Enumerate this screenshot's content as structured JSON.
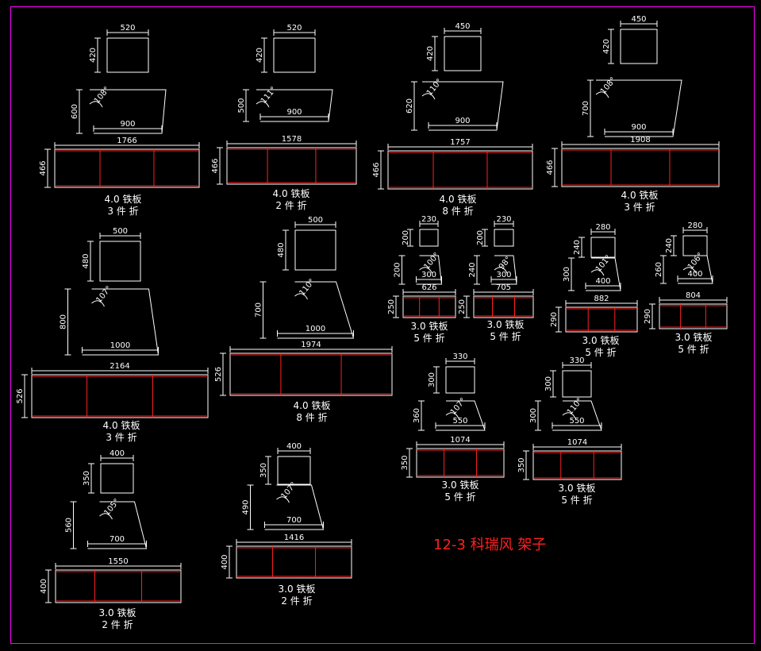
{
  "title": "12-3 科瑞风 架子",
  "colors": {
    "background": "#000000",
    "line": "#ffffff",
    "panel_edge": "#ff2020",
    "frame": "#ff00ff",
    "title": "#ff2020"
  },
  "parts": [
    {
      "id": "p1",
      "top_w": "520",
      "top_h": "420",
      "side_h": "600",
      "angle": "108°",
      "bottom_w": "900",
      "total_len": "1766",
      "strip_h": "466",
      "material": "4.0 铁板",
      "bend": "3 件 折"
    },
    {
      "id": "p2",
      "top_w": "520",
      "top_h": "420",
      "side_h": "500",
      "angle": "111°",
      "bottom_w": "900",
      "total_len": "1578",
      "strip_h": "466",
      "material": "4.0 铁板",
      "bend": "2 件 折"
    },
    {
      "id": "p3",
      "top_w": "450",
      "top_h": "420",
      "side_h": "620",
      "angle": "110°",
      "bottom_w": "900",
      "total_len": "1757",
      "strip_h": "466",
      "material": "4.0 铁板",
      "bend": "8 件 折"
    },
    {
      "id": "p4",
      "top_w": "450",
      "top_h": "420",
      "side_h": "700",
      "angle": "108°",
      "bottom_w": "900",
      "total_len": "1908",
      "strip_h": "466",
      "material": "4.0 铁板",
      "bend": "3 件 折"
    },
    {
      "id": "p5",
      "top_w": "500",
      "top_h": "480",
      "side_h": "800",
      "angle": "107°",
      "bottom_w": "1000",
      "total_len": "2164",
      "strip_h": "526",
      "material": "4.0 铁板",
      "bend": "3 件 折"
    },
    {
      "id": "p6",
      "top_w": "500",
      "top_h": "480",
      "side_h": "700",
      "angle": "110°",
      "bottom_w": "1000",
      "total_len": "1974",
      "strip_h": "526",
      "material": "4.0 铁板",
      "bend": "8 件 折"
    },
    {
      "id": "p7",
      "top_w": "230",
      "top_h": "200",
      "side_h": "200",
      "angle": "100°",
      "bottom_w": "300",
      "total_len": "626",
      "strip_h": "250",
      "material": "3.0 铁板",
      "bend": "5 件 折"
    },
    {
      "id": "p8",
      "top_w": "230",
      "top_h": "200",
      "side_h": "240",
      "angle": "98°",
      "bottom_w": "300",
      "total_len": "705",
      "strip_h": "250",
      "material": "3.0 铁板",
      "bend": "5 件 折"
    },
    {
      "id": "p9",
      "top_w": "280",
      "top_h": "240",
      "side_h": "300",
      "angle": "101°",
      "bottom_w": "400",
      "total_len": "882",
      "strip_h": "290",
      "material": "3.0 铁板",
      "bend": "5 件 折"
    },
    {
      "id": "p10",
      "top_w": "280",
      "top_h": "240",
      "side_h": "260",
      "angle": "106°",
      "bottom_w": "400",
      "total_len": "804",
      "strip_h": "290",
      "material": "3.0 铁板",
      "bend": "5 件 折"
    },
    {
      "id": "p11",
      "top_w": "330",
      "top_h": "300",
      "side_h": "360",
      "angle": "107°",
      "bottom_w": "550",
      "total_len": "1074",
      "strip_h": "350",
      "material": "3.0 铁板",
      "bend": "5 件 折"
    },
    {
      "id": "p12",
      "top_w": "330",
      "top_h": "300",
      "side_h": "300",
      "angle": "110°",
      "bottom_w": "550",
      "total_len": "1074",
      "strip_h": "350",
      "material": "3.0 铁板",
      "bend": "5 件 折"
    },
    {
      "id": "p13",
      "top_w": "400",
      "top_h": "350",
      "side_h": "560",
      "angle": "105°",
      "bottom_w": "700",
      "total_len": "1550",
      "strip_h": "400",
      "material": "3.0 铁板",
      "bend": "2 件 折"
    },
    {
      "id": "p14",
      "top_w": "400",
      "top_h": "350",
      "side_h": "490",
      "angle": "107°",
      "bottom_w": "700",
      "total_len": "1416",
      "strip_h": "400",
      "material": "3.0 铁板",
      "bend": "2 件 折"
    }
  ]
}
